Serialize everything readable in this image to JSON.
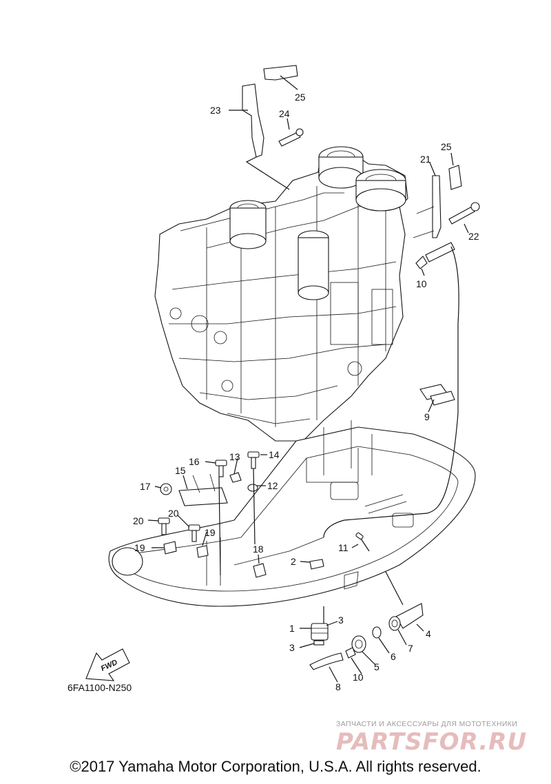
{
  "diagram": {
    "callouts": [
      {
        "id": "c25a",
        "label": "25"
      },
      {
        "id": "c23",
        "label": "23"
      },
      {
        "id": "c24",
        "label": "24"
      },
      {
        "id": "c25b",
        "label": "25"
      },
      {
        "id": "c21",
        "label": "21"
      },
      {
        "id": "c22",
        "label": "22"
      },
      {
        "id": "c10a",
        "label": "10"
      },
      {
        "id": "c9",
        "label": "9"
      },
      {
        "id": "c16",
        "label": "16"
      },
      {
        "id": "c13",
        "label": "13"
      },
      {
        "id": "c14",
        "label": "14"
      },
      {
        "id": "c15",
        "label": "15"
      },
      {
        "id": "c17",
        "label": "17"
      },
      {
        "id": "c12",
        "label": "12"
      },
      {
        "id": "c20a",
        "label": "20"
      },
      {
        "id": "c20b",
        "label": "20"
      },
      {
        "id": "c19a",
        "label": "19"
      },
      {
        "id": "c19b",
        "label": "19"
      },
      {
        "id": "c18",
        "label": "18"
      },
      {
        "id": "c2",
        "label": "2"
      },
      {
        "id": "c11",
        "label": "11"
      },
      {
        "id": "c1",
        "label": "1"
      },
      {
        "id": "c3a",
        "label": "3"
      },
      {
        "id": "c3b",
        "label": "3"
      },
      {
        "id": "c4",
        "label": "4"
      },
      {
        "id": "c7",
        "label": "7"
      },
      {
        "id": "c6",
        "label": "6"
      },
      {
        "id": "c5",
        "label": "5"
      },
      {
        "id": "c10b",
        "label": "10"
      },
      {
        "id": "c8",
        "label": "8"
      }
    ],
    "fwd_arrow_label": "FWD",
    "diagram_code": "6FA1100-N250"
  },
  "watermark": {
    "tagline": "ЗАПЧАСТИ И АКСЕССУАРЫ ДЛЯ МОТОТЕХНИКИ",
    "logo_text": "PARTSFOR.RU"
  },
  "copyright": "©2017 Yamaha Motor Corporation, U.S.A. All rights reserved."
}
